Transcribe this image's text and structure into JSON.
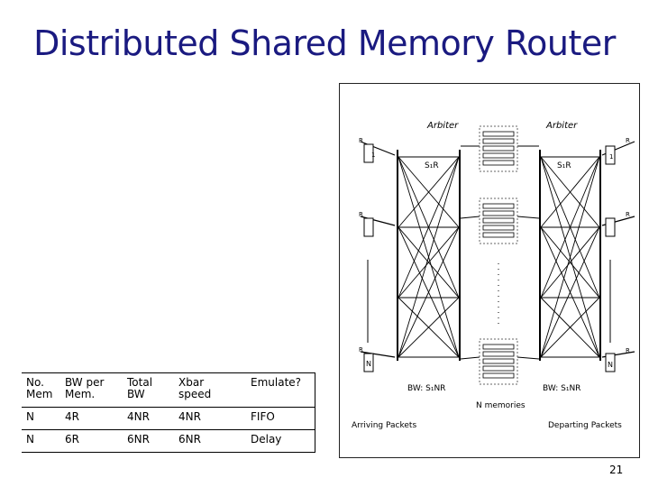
{
  "slide": {
    "title": "Distributed Shared Memory Router",
    "page_number": "21"
  },
  "diagram": {
    "arbiter_left": "Arbiter",
    "arbiter_right": "Arbiter",
    "in_port_label": "R",
    "out_port_label": "R",
    "first_port_index": "1",
    "last_port_index": "N",
    "speed_left": "S₁R",
    "speed_right": "S₁R",
    "bw_left": "BW: S₁NR",
    "bw_right": "BW: S₁NR",
    "memories_label": "N memories",
    "arriving_label": "Arriving Packets",
    "departing_label": "Departing Packets"
  },
  "table": {
    "headers": [
      [
        "No.",
        "Mem"
      ],
      [
        "BW per",
        "Mem."
      ],
      [
        "Total",
        "BW"
      ],
      [
        "Xbar",
        "speed"
      ],
      [
        "Emulate?",
        ""
      ]
    ],
    "rows": [
      [
        "N",
        "4R",
        "4NR",
        "4NR",
        "FIFO"
      ],
      [
        "N",
        "6R",
        "6NR",
        "6NR",
        "Delay"
      ]
    ]
  }
}
